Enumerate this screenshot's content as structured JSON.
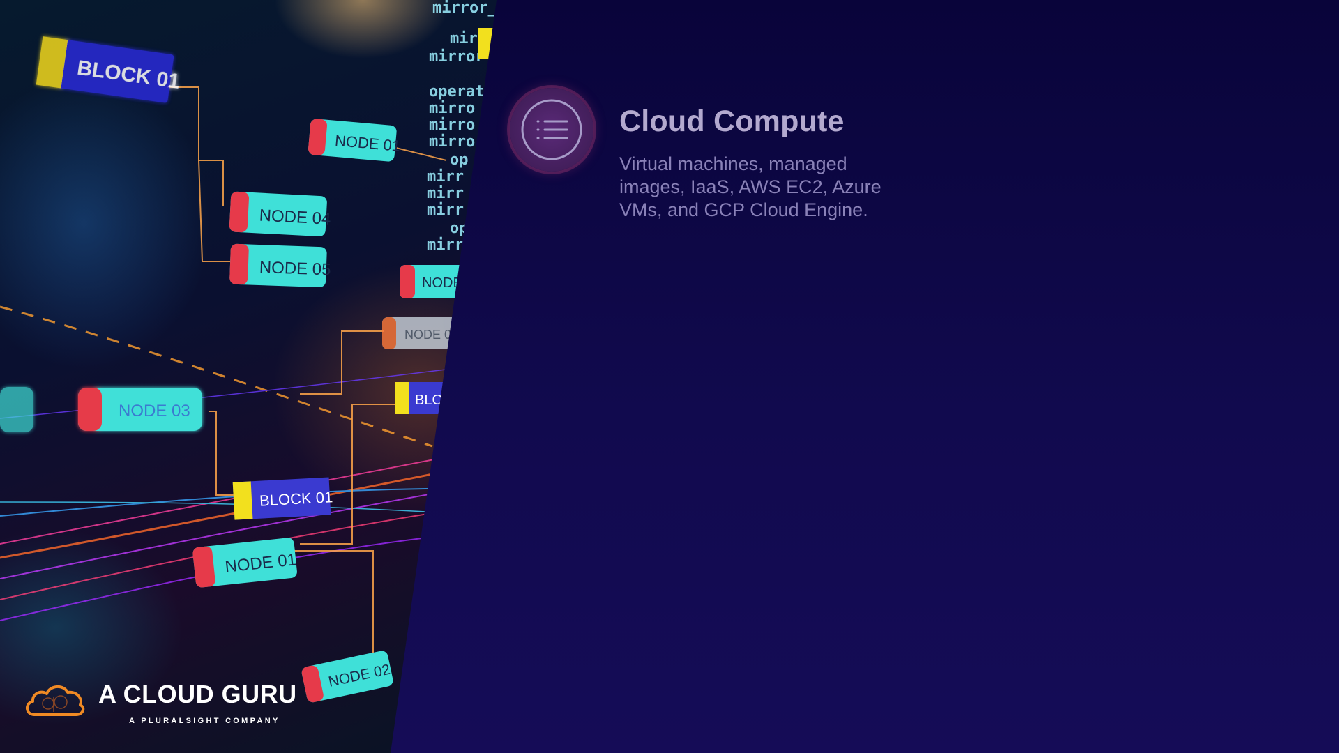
{
  "slide": {
    "feature": {
      "icon": "list-icon",
      "title": "Cloud Compute",
      "description": "Virtual machines, managed images, IaaS, AWS EC2, Azure VMs, and GCP Cloud Engine."
    }
  },
  "hero_image": {
    "labels": {
      "block_01_top": "BLOCK 01",
      "node_01_top": "NODE 01",
      "node_04": "NODE 04",
      "node_05": "NODE 05",
      "node_partial_1": "NODE",
      "node_partial_2": "NODE 0",
      "block_partial": "BLOC",
      "node_03": "NODE 03",
      "block_01_mid": "BLOCK 01",
      "node_01_bottom": "NODE 01",
      "node_02": "NODE 02"
    },
    "code_fragments": [
      "mirror_",
      "mirr",
      "mirror",
      "operat",
      "mirro",
      "mirro",
      "mirro",
      "op",
      "mirr",
      "mirr",
      "mirr",
      "op",
      "mirr"
    ]
  },
  "brand": {
    "name": "A CLOUD GURU",
    "tagline": "A PLURALSIGHT COMPANY",
    "icon": "cloud-logo-icon"
  },
  "colors": {
    "background": "#0d0838",
    "title": "#b3a9cf",
    "description": "#8a82b8",
    "icon_circle": "#46205f",
    "brand_orange": "#f08a24",
    "node_cyan": "#3fe0d8",
    "node_red": "#e63a4a",
    "block_blue": "#3a3ad0",
    "block_yellow": "#f2e01e"
  }
}
